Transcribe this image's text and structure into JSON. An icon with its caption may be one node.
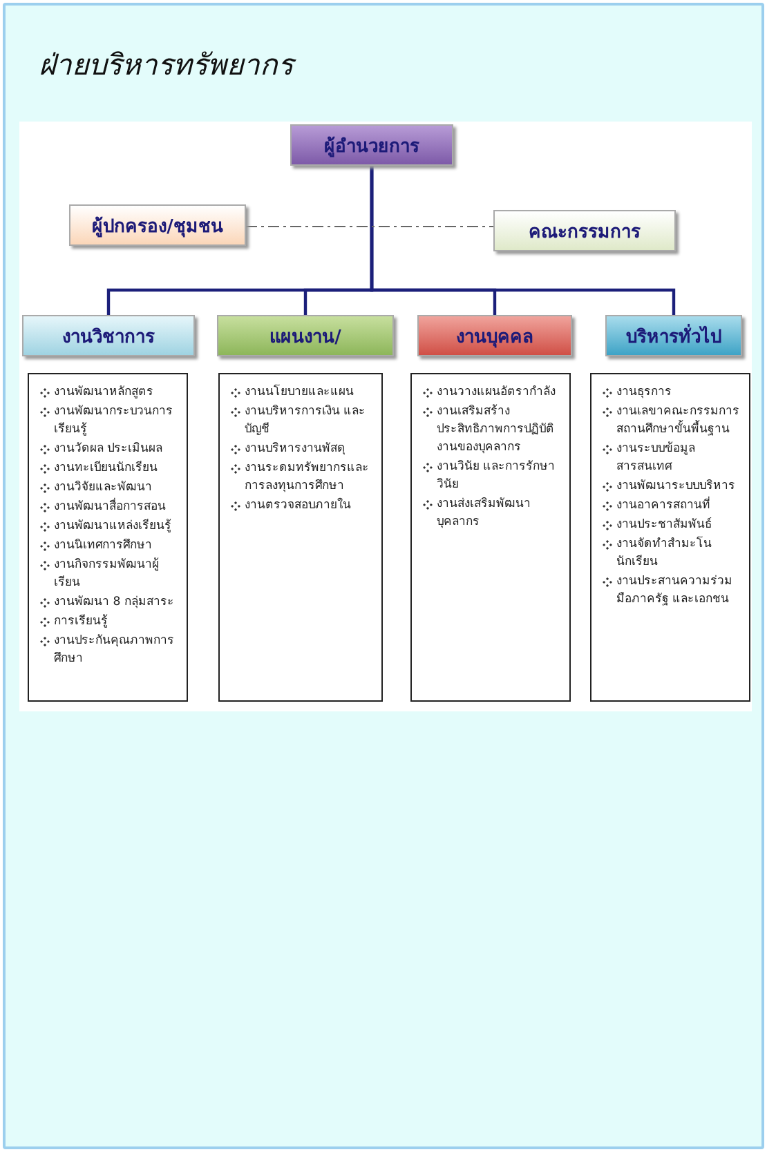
{
  "diagram": {
    "title": "ฝ่ายบริหารทรัพยากร",
    "nodes": [
      {
        "text": [
          "ผู้อำนวยการ"
        ]
      },
      {
        "text": [
          "ผู้ปกครอง/ชุมชน"
        ]
      },
      {
        "text": [
          "คณะกรรมการ"
        ]
      },
      {
        "text": [
          "งานวิชาการ"
        ]
      },
      {
        "text": [
          "แผนงาน/"
        ]
      },
      {
        "text": [
          "งานบุคคล"
        ]
      },
      {
        "text": [
          "บริหารทั่วไป"
        ]
      },
      {
        "text": [
          "งานพัฒนาหลักสูตร",
          "งานพัฒนากระบวนการเรียนรู้",
          "งานวัดผล ประเมินผล",
          "งานทะเบียนนักเรียน",
          "งานวิจัยและพัฒนา",
          "งานพัฒนาสื่อการสอน",
          "งานพัฒนาแหล่งเรียนรู้",
          "งานนิเทศการศึกษา",
          "งานกิจกรรมพัฒนาผู้เรียน",
          "งานพัฒนา 8 กลุ่มสาระ",
          "การเรียนรู้",
          "งานประกันคุณภาพการศึกษา"
        ]
      },
      {
        "text": [
          "งานนโยบายและแผน",
          "งานบริหารการเงิน และบัญชี",
          "งานบริหารงานพัสดุ",
          "งานระดมทรัพยากรและการลงทุนการศึกษา",
          "งานตรวจสอบภายใน"
        ]
      },
      {
        "text": [
          "งานวางแผนอัตรากำลัง",
          "งานเสริมสร้างประสิทธิภาพการปฏิบัติงานของบุคลากร",
          "งานวินัย และการรักษาวินัย",
          "งานส่งเสริมพัฒนาบุคลากร"
        ]
      },
      {
        "text": [
          "งานธุรการ",
          "งานเลขาคณะกรรมการสถานศึกษาขั้นพื้นฐาน",
          "งานระบบข้อมูลสารสนเทศ",
          "งานพัฒนาระบบบริหาร",
          "งานอาคารสถานที่",
          "งานประชาสัมพันธ์",
          "งานจัดทำสำมะโนนักเรียน",
          "งานประสานความร่วมมือภาครัฐ และเอกชน"
        ]
      }
    ],
    "edges": [
      {
        "from": 0,
        "to": 3,
        "arrow": "none"
      },
      {
        "from": 0,
        "to": 4,
        "arrow": "none"
      },
      {
        "from": 0,
        "to": 5,
        "arrow": "none"
      },
      {
        "from": 0,
        "to": 6,
        "arrow": "none"
      },
      {
        "from": 1,
        "to": 2,
        "arrow": "none",
        "style": "dashed",
        "color": "#666666"
      }
    ]
  }
}
